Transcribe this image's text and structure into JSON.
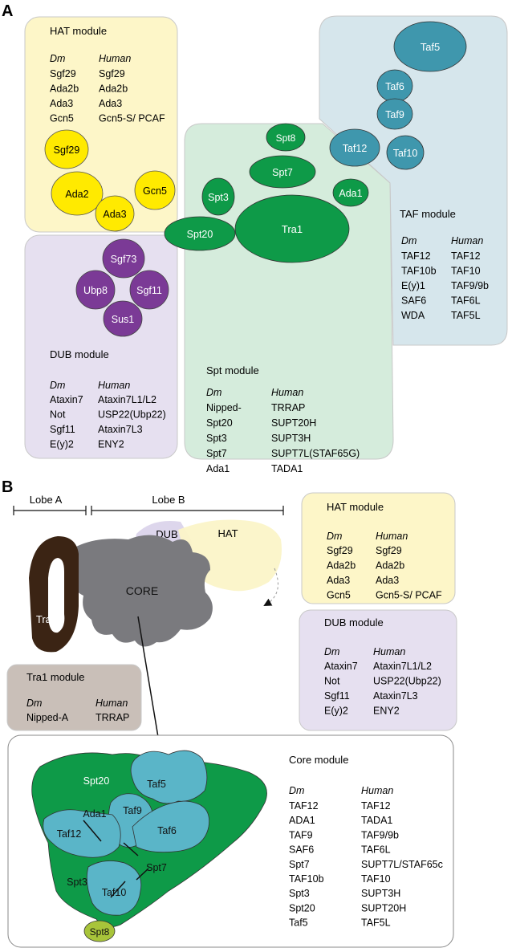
{
  "panelA": {
    "letter": "A",
    "hat": {
      "title": "HAT module",
      "dm_header": "Dm",
      "human_header": "Human",
      "rows": [
        [
          "Sgf29",
          "Sgf29"
        ],
        [
          "Ada2b",
          "Ada2b"
        ],
        [
          "Ada3",
          "Ada3"
        ],
        [
          "Gcn5",
          "Gcn5-S/ PCAF"
        ]
      ],
      "subunits": [
        "Sgf29",
        "Ada2",
        "Gcn5",
        "Ada3"
      ]
    },
    "dub": {
      "title": "DUB module",
      "dm_header": "Dm",
      "human_header": "Human",
      "rows": [
        [
          "Ataxin7",
          "Ataxin7L1/L2"
        ],
        [
          "Not",
          "USP22(Ubp22)"
        ],
        [
          "Sgf11",
          "Ataxin7L3"
        ],
        [
          "E(y)2",
          "ENY2"
        ]
      ],
      "subunits": [
        "Sgf73",
        "Ubp8",
        "Sgf11",
        "Sus1"
      ]
    },
    "spt": {
      "title": "Spt module",
      "dm_header": "Dm",
      "human_header": "Human",
      "rows": [
        [
          "Nipped-",
          "TRRAP"
        ],
        [
          "Spt20",
          "SUPT20H"
        ],
        [
          "Spt3",
          "SUPT3H"
        ],
        [
          "Spt7",
          "SUPT7L(STAF65G)"
        ],
        [
          "Ada1",
          "TADA1"
        ]
      ],
      "subunits": [
        "Spt8",
        "Spt7",
        "Spt3",
        "Ada1",
        "Tra1",
        "Spt20"
      ]
    },
    "taf": {
      "title": "TAF module",
      "dm_header": "Dm",
      "human_header": "Human",
      "rows": [
        [
          "TAF12",
          "TAF12"
        ],
        [
          "TAF10b",
          "TAF10"
        ],
        [
          "E(y)1",
          "TAF9/9b"
        ],
        [
          "SAF6",
          "TAF6L"
        ],
        [
          "WDA",
          "TAF5L"
        ]
      ],
      "subunits": [
        "Taf5",
        "Taf6",
        "Taf9",
        "Taf12",
        "Taf10"
      ]
    }
  },
  "panelB": {
    "letter": "B",
    "lobe_a": "Lobe A",
    "lobe_b": "Lobe B",
    "labels": {
      "dub": "DUB",
      "hat": "HAT",
      "core": "CORE",
      "tra1": "Tra1"
    },
    "hat": {
      "title": "HAT module",
      "dm_header": "Dm",
      "human_header": "Human",
      "rows": [
        [
          "Sgf29",
          "Sgf29"
        ],
        [
          "Ada2b",
          "Ada2b"
        ],
        [
          "Ada3",
          "Ada3"
        ],
        [
          "Gcn5",
          "Gcn5-S/ PCAF"
        ]
      ]
    },
    "dub": {
      "title": "DUB module",
      "dm_header": "Dm",
      "human_header": "Human",
      "rows": [
        [
          "Ataxin7",
          "Ataxin7L1/L2"
        ],
        [
          "Not",
          "USP22(Ubp22)"
        ],
        [
          "Sgf11",
          "Ataxin7L3"
        ],
        [
          "E(y)2",
          "ENY2"
        ]
      ]
    },
    "tra1": {
      "title": "Tra1 module",
      "dm_header": "Dm",
      "human_header": "Human",
      "rows": [
        [
          "Nipped-A",
          "TRRAP"
        ]
      ]
    },
    "core": {
      "title": "Core module",
      "dm_header": "Dm",
      "human_header": "Human",
      "rows": [
        [
          "TAF12",
          "TAF12"
        ],
        [
          "ADA1",
          "TADA1"
        ],
        [
          "TAF9",
          "TAF9/9b"
        ],
        [
          "SAF6",
          "TAF6L"
        ],
        [
          "Spt7",
          "SUPT7L/STAF65c"
        ],
        [
          "TAF10b",
          "TAF10"
        ],
        [
          "Spt3",
          "SUPT3H"
        ],
        [
          "Spt20",
          "SUPT20H"
        ],
        [
          "Taf5",
          "TAF5L"
        ]
      ],
      "subunits": {
        "spt20": "Spt20",
        "taf5": "Taf5",
        "taf9": "Taf9",
        "ada1": "Ada1",
        "taf12": "Taf12",
        "taf6": "Taf6",
        "spt7": "Spt7",
        "spt3": "Spt3",
        "taf10": "Taf10",
        "spt8": "Spt8"
      }
    }
  },
  "colors": {
    "hat_bg": "#fdf6c8",
    "dub_bg": "#e6e0f0",
    "spt_bg": "#d5ecdc",
    "taf_bg": "#d6e6ec",
    "tra1_bg": "#c9bfb8",
    "yellow": "#ffea00",
    "purple": "#7b3a96",
    "green": "#0e9a48",
    "teal": "#3f97ad",
    "brown": "#3b2414",
    "gray": "#7a7a7e",
    "lime": "#a8c43a"
  }
}
